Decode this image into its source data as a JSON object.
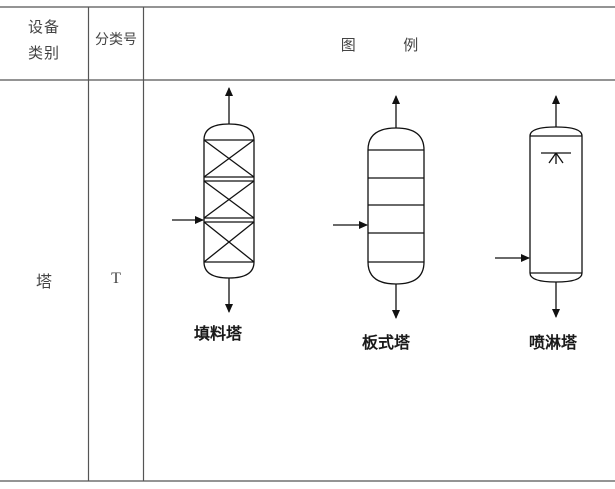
{
  "header": {
    "category_line1": "设备",
    "category_line2": "类别",
    "code": "分类号",
    "legend_char1": "图",
    "legend_char2": "例"
  },
  "row": {
    "category": "塔",
    "code": "T"
  },
  "symbols": {
    "packed_tower": "填料塔",
    "plate_tower": "板式塔",
    "spray_tower": "喷淋塔"
  }
}
